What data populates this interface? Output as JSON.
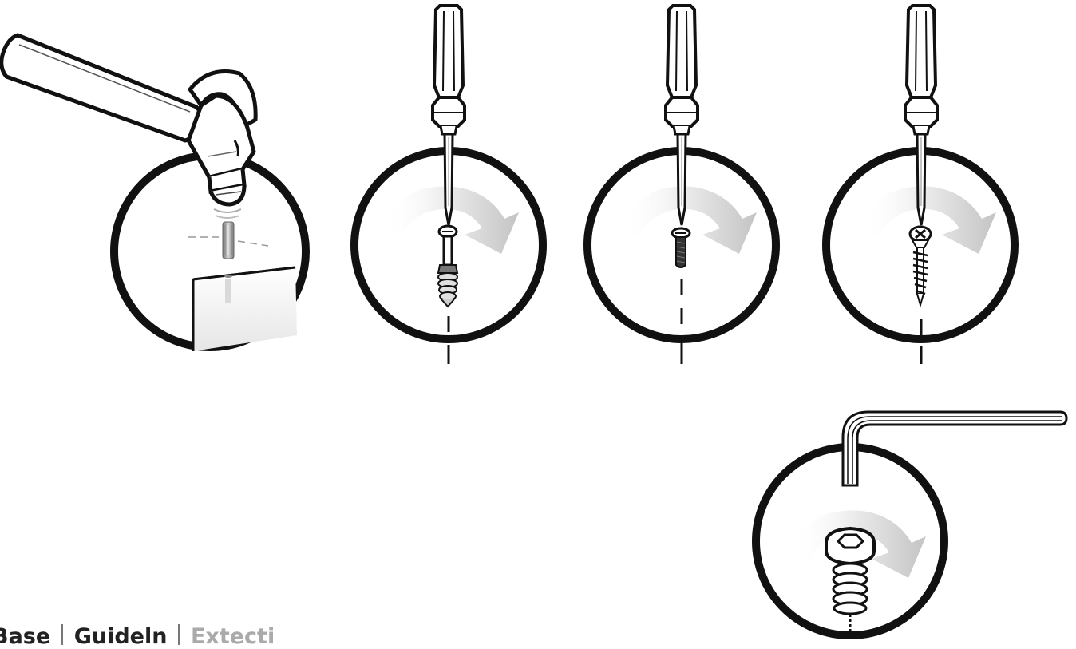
{
  "panels": [
    {
      "id": "hammer-dowel",
      "tool": "hammer",
      "fastener": "wooden-dowel",
      "icon": "hammer-icon"
    },
    {
      "id": "screwdriver-cam-bolt",
      "tool": "screwdriver",
      "fastener": "cam-bolt",
      "icon": "screwdriver-icon",
      "motion": "clockwise-arrow"
    },
    {
      "id": "screwdriver-machine-screw",
      "tool": "screwdriver",
      "fastener": "machine-screw",
      "icon": "screwdriver-icon",
      "motion": "clockwise-arrow"
    },
    {
      "id": "screwdriver-wood-screw",
      "tool": "screwdriver",
      "fastener": "wood-screw",
      "icon": "screwdriver-icon",
      "motion": "clockwise-arrow"
    },
    {
      "id": "allen-key-hex-bolt",
      "tool": "allen-key",
      "fastener": "hex-socket-bolt",
      "icon": "allen-key-icon",
      "motion": "clockwise-arrow"
    }
  ],
  "footer": {
    "seg1": "Base",
    "seg2": "Guideln",
    "seg3": "Extecti"
  },
  "colors": {
    "line": "#111111",
    "arrow_light": "#f2f2f2",
    "arrow_dark": "#c8c8c8",
    "dowel": "#9a9a9a"
  }
}
